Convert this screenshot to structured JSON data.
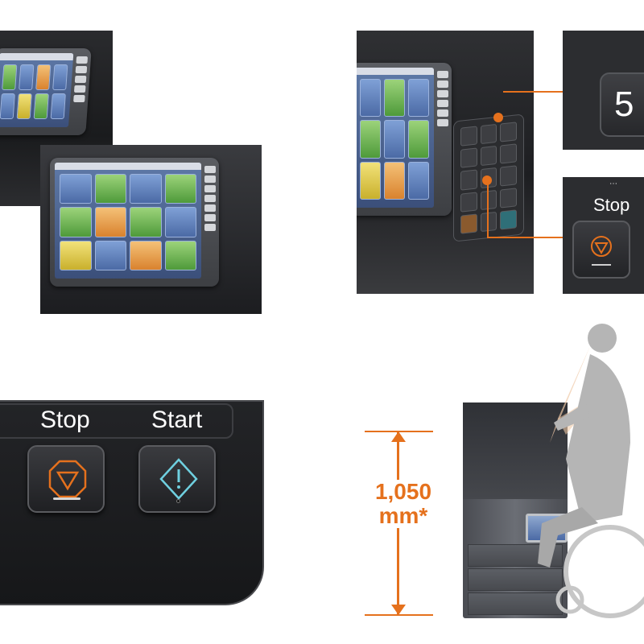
{
  "bottom_left_panel": {
    "stop_label": "Stop",
    "start_label": "Start"
  },
  "zoom_panels": {
    "key_number": "5",
    "stop_label": "Stop"
  },
  "accessibility": {
    "height_value": "1,050",
    "height_unit": "mm*"
  },
  "colors": {
    "accent": "#e5711d",
    "stop_icon": "#e5711d",
    "start_icon": "#6fd0e0",
    "panel_dark": "#1d1e21"
  },
  "icons": {
    "stop": "stop-octagon-icon",
    "start": "start-diamond-icon"
  }
}
